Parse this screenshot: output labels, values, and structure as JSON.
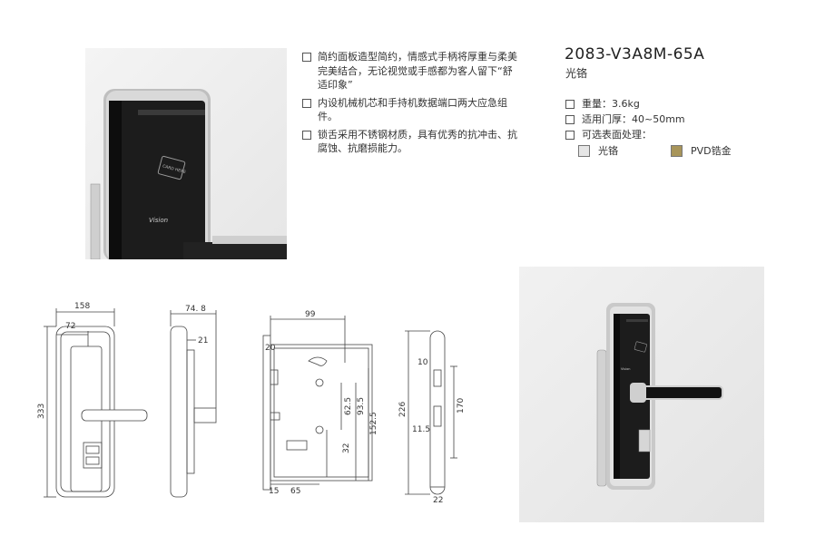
{
  "features": [
    "简约面板造型简约，情感式手柄将厚重与柔美完美结合，无论视觉或手感都为客人留下“舒适印象”",
    "内设机械机芯和手持机数据端口两大应急组件。",
    "锁舌采用不锈钢材质，具有优秀的抗冲击、抗腐蚀、抗磨损能力。"
  ],
  "product": {
    "model": "2083-V3A8M-65A",
    "finish": "光铬",
    "specs": [
      "重量：3.6kg",
      "适用门厚：40~50mm",
      "可选表面处理："
    ],
    "surface_options": [
      {
        "label": "光铬",
        "color": "#e6e6e6"
      },
      {
        "label": "PVD锆金",
        "color": "#a8955a"
      }
    ]
  },
  "photo_text": {
    "card_here": "CARD HERE",
    "brand": "Vision"
  },
  "drawing": {
    "front": {
      "width": "158",
      "sub_width": "72",
      "height": "333"
    },
    "side": {
      "depth": "74. 8",
      "sub": "21"
    },
    "mortise": {
      "width": "99",
      "top": "20",
      "d1": "62.5",
      "d2": "93.5",
      "d3": "152.5",
      "d4": "32",
      "bottom": "65",
      "left": "15"
    },
    "faceplate": {
      "height": "226",
      "d1": "10",
      "d2": "170",
      "d3": "11.5",
      "width": "22"
    }
  },
  "colors": {
    "chrome": "#cfcfcf",
    "body_black": "#1c1c1c",
    "gold": "#a8955a"
  }
}
